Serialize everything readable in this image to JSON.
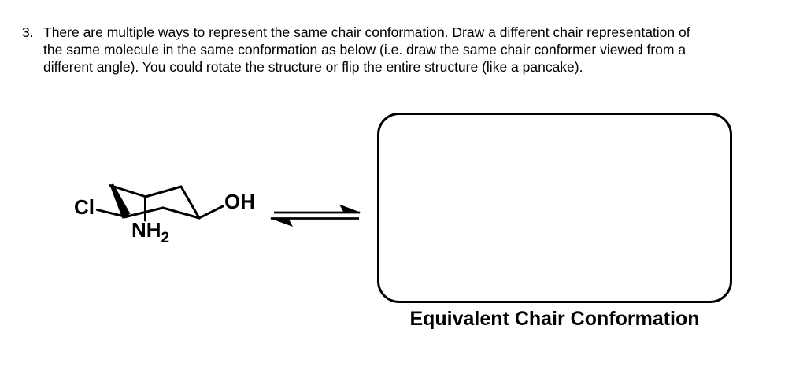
{
  "page": {
    "background_color": "#ffffff",
    "ink_color": "#000000"
  },
  "question": {
    "number": "3.",
    "lines": [
      "There are multiple ways to represent the same chair conformation. Draw a different chair representation of",
      "the same molecule in the same conformation as below (i.e. draw the same chair conformer viewed from a",
      "different angle). You could rotate the structure or flip the entire structure (like a pancake)."
    ]
  },
  "molecule": {
    "type": "cyclohexane-chair",
    "substituents": {
      "chlorine": "Cl",
      "amine": "NH",
      "amine_subscript": "2",
      "hydroxyl": "OH"
    }
  },
  "equilibrium": {
    "icon": "reversible-reaction-double-harpoon"
  },
  "answer": {
    "box_label": "Equivalent Chair Conformation"
  }
}
